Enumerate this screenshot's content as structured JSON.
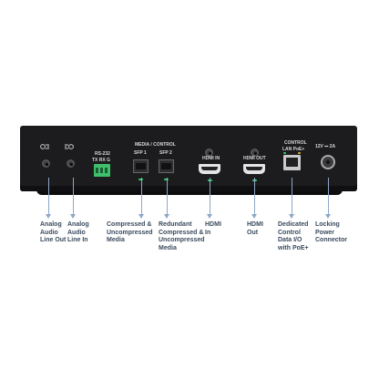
{
  "device": {
    "silkscreen": {
      "rs232": "RS-232",
      "rs232_pins": "TX RX G",
      "media_control": "MEDIA / CONTROL",
      "sfp1": "SFP 1",
      "sfp2": "SFP 2",
      "hdmi_in": "HDMI IN",
      "hdmi_out": "HDMI OUT",
      "control": "CONTROL",
      "lan_poe": "LAN  PoE+",
      "power": "12V ⎓ 2A"
    }
  },
  "callouts": [
    {
      "text": "Analog\nAudio\nLine Out"
    },
    {
      "text": "Analog\nAudio\nLine In"
    },
    {
      "text": "Compressed &\nUncompressed\nMedia"
    },
    {
      "text": "Redundant\nCompressed &\nUncompressed\nMedia"
    },
    {
      "text": "HDMI\nIn"
    },
    {
      "text": "HDMI\nOut"
    },
    {
      "text": "Dedicated\nControl\nData I/O\nwith PoE+"
    },
    {
      "text": "Locking\nPower\nConnector"
    }
  ],
  "colors": {
    "chassis": "#1c1c1e",
    "leader": "#8ea7c7",
    "caption": "#3a4b5e",
    "led": "#2fd06a",
    "terminal": "#3fbf6a"
  }
}
